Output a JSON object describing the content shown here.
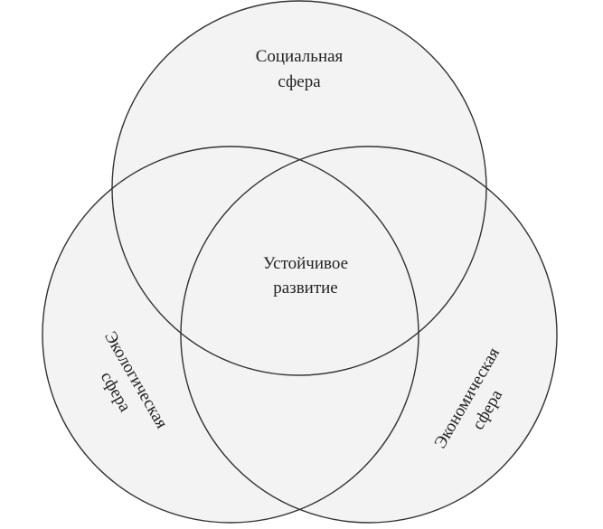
{
  "diagram": {
    "type": "venn",
    "sets": [
      {
        "id": "social",
        "lines": [
          "Социальная",
          "сфера"
        ]
      },
      {
        "id": "ecological",
        "lines": [
          "Экологическая",
          "сфера"
        ]
      },
      {
        "id": "economic",
        "lines": [
          "Экономическая",
          "сфера"
        ]
      }
    ],
    "center": {
      "lines": [
        "Устойчивое",
        "развитие"
      ]
    },
    "colors": {
      "fill": "#f3f3f3",
      "stroke": "#333333",
      "text": "#222222"
    }
  }
}
